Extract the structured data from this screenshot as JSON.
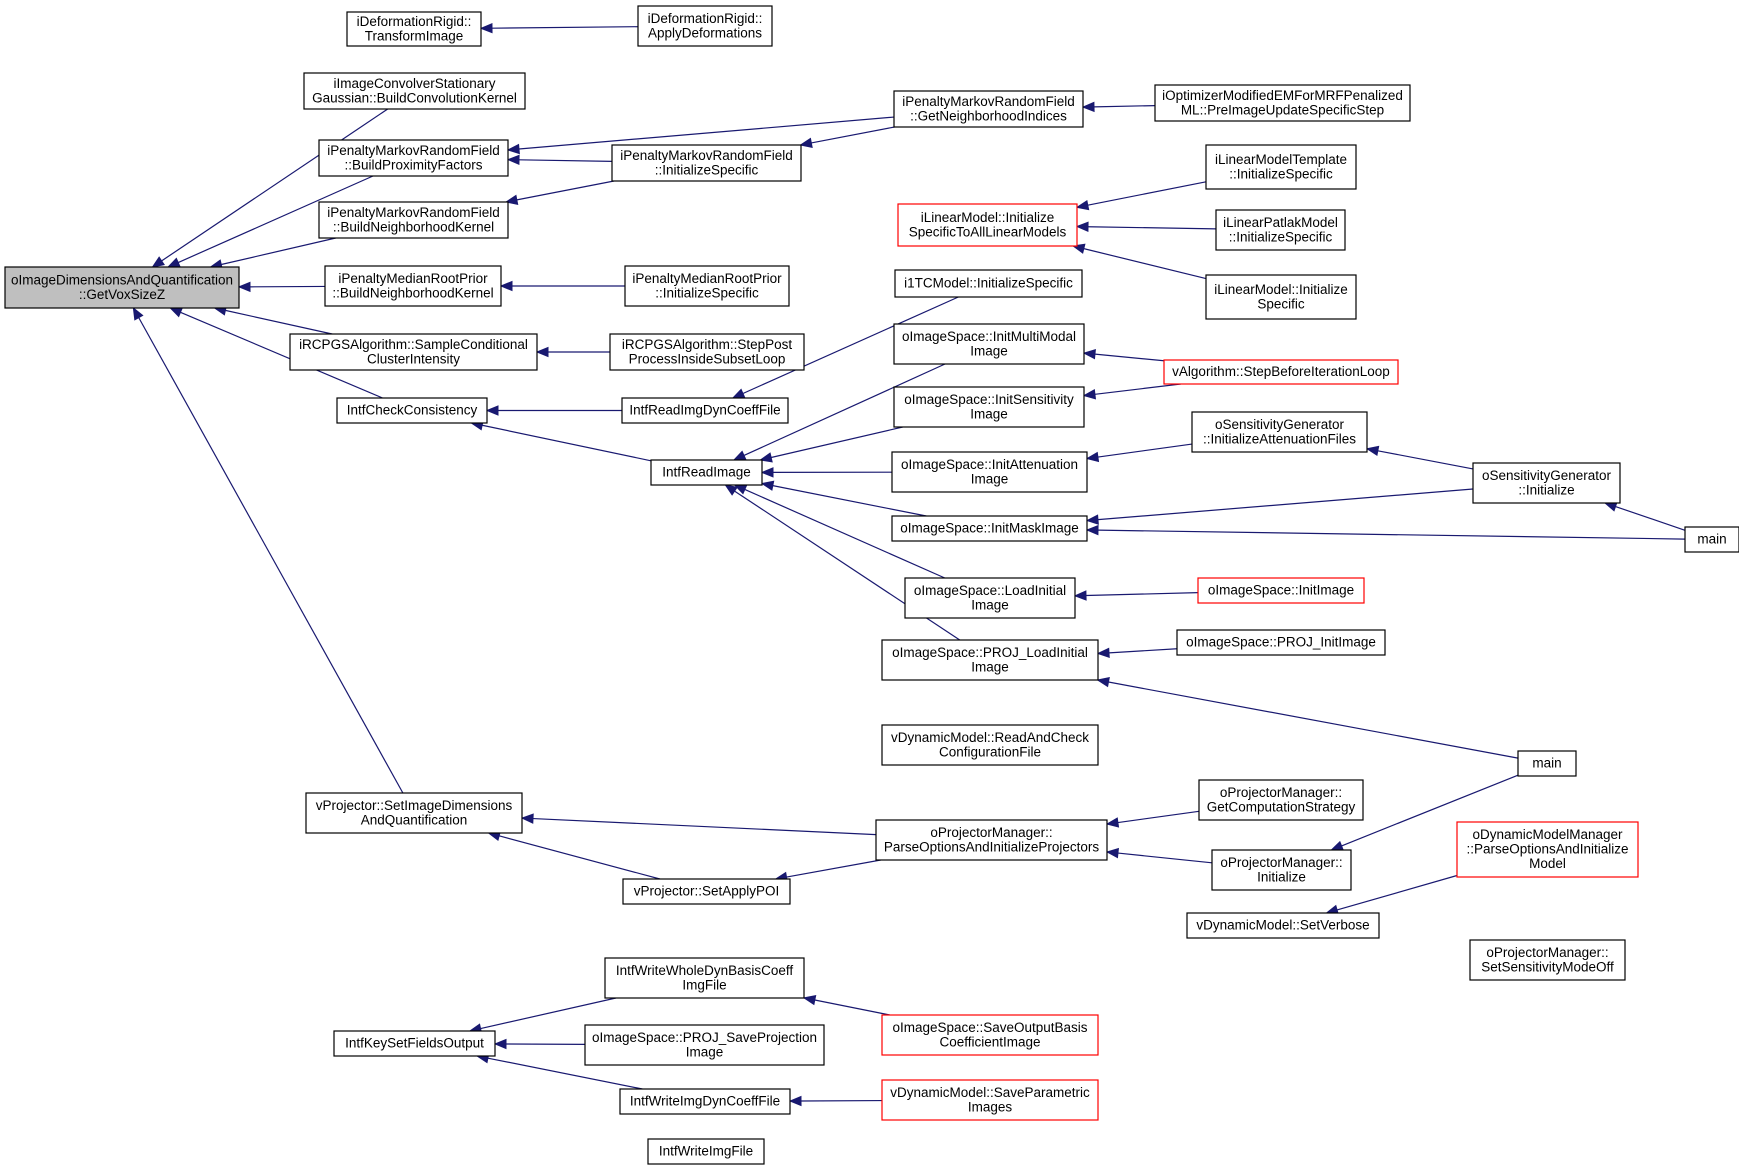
{
  "colors": {
    "edge": "#191970",
    "node_border": "#000000",
    "node_border_truncated": "#ff0000",
    "root_fill": "#bfbfbf",
    "node_fill": "#ffffff"
  },
  "nodes": [
    {
      "id": "root",
      "lines": [
        "oImageDimensionsAndQuantification",
        "::GetVoxSizeZ"
      ]
    },
    {
      "id": "defTransform",
      "lines": [
        "iDeformationRigid::",
        "TransformImage"
      ]
    },
    {
      "id": "defApply",
      "lines": [
        "iDeformationRigid::",
        "ApplyDeformations"
      ]
    },
    {
      "id": "convKernel",
      "lines": [
        "iImageConvolverStationary",
        "Gaussian::BuildConvolutionKernel"
      ]
    },
    {
      "id": "mrfProx",
      "lines": [
        "iPenaltyMarkovRandomField",
        "::BuildProximityFactors"
      ]
    },
    {
      "id": "mrfNeighK",
      "lines": [
        "iPenaltyMarkovRandomField",
        "::BuildNeighborhoodKernel"
      ]
    },
    {
      "id": "mrfInit",
      "lines": [
        "iPenaltyMarkovRandomField",
        "::InitializeSpecific"
      ]
    },
    {
      "id": "mrfGetNeigh",
      "lines": [
        "iPenaltyMarkovRandomField",
        "::GetNeighborhoodIndices"
      ]
    },
    {
      "id": "optMod",
      "lines": [
        "iOptimizerModifiedEMForMRFPenalized",
        "ML::PreImageUpdateSpecificStep"
      ]
    },
    {
      "id": "medNeighK",
      "lines": [
        "iPenaltyMedianRootPrior",
        "::BuildNeighborhoodKernel"
      ]
    },
    {
      "id": "medInit",
      "lines": [
        "iPenaltyMedianRootPrior",
        "::InitializeSpecific"
      ]
    },
    {
      "id": "rcpgsSample",
      "lines": [
        "iRCPGSAlgorithm::SampleConditional",
        "ClusterIntensity"
      ]
    },
    {
      "id": "rcpgsStep",
      "lines": [
        "iRCPGSAlgorithm::StepPost",
        "ProcessInsideSubsetLoop"
      ]
    },
    {
      "id": "intfCheck",
      "lines": [
        "IntfCheckConsistency"
      ]
    },
    {
      "id": "intfReadDyn",
      "lines": [
        "IntfReadImgDynCoeffFile"
      ]
    },
    {
      "id": "intfRead",
      "lines": [
        "IntfReadImage"
      ]
    },
    {
      "id": "linAll",
      "lines": [
        "iLinearModel::Initialize",
        "SpecificToAllLinearModels"
      ],
      "truncated": true
    },
    {
      "id": "i1tc",
      "lines": [
        "i1TCModel::InitializeSpecific"
      ]
    },
    {
      "id": "linTempl",
      "lines": [
        "iLinearModelTemplate",
        "::InitializeSpecific"
      ]
    },
    {
      "id": "linPatlak",
      "lines": [
        "iLinearPatlakModel",
        "::InitializeSpecific"
      ]
    },
    {
      "id": "linInit",
      "lines": [
        "iLinearModel::Initialize",
        "Specific"
      ]
    },
    {
      "id": "initMulti",
      "lines": [
        "oImageSpace::InitMultiModal",
        "Image"
      ]
    },
    {
      "id": "initSens",
      "lines": [
        "oImageSpace::InitSensitivity",
        "Image"
      ]
    },
    {
      "id": "initAtt",
      "lines": [
        "oImageSpace::InitAttenuation",
        "Image"
      ]
    },
    {
      "id": "initMask",
      "lines": [
        "oImageSpace::InitMaskImage"
      ]
    },
    {
      "id": "loadInit",
      "lines": [
        "oImageSpace::LoadInitial",
        "Image"
      ]
    },
    {
      "id": "projLoad",
      "lines": [
        "oImageSpace::PROJ_LoadInitial",
        "Image"
      ]
    },
    {
      "id": "vAlgo",
      "lines": [
        "vAlgorithm::StepBeforeIterationLoop"
      ],
      "truncated": true
    },
    {
      "id": "sensAtt",
      "lines": [
        "oSensitivityGenerator",
        "::InitializeAttenuationFiles"
      ]
    },
    {
      "id": "sensInit",
      "lines": [
        "oSensitivityGenerator",
        "::Initialize"
      ]
    },
    {
      "id": "main1",
      "lines": [
        "main"
      ]
    },
    {
      "id": "initImage",
      "lines": [
        "oImageSpace::InitImage"
      ],
      "truncated": true
    },
    {
      "id": "projInitImg",
      "lines": [
        "oImageSpace::PROJ_InitImage"
      ]
    },
    {
      "id": "dynRead",
      "lines": [
        "vDynamicModel::ReadAndCheck",
        "ConfigurationFile"
      ]
    },
    {
      "id": "main2",
      "lines": [
        "main"
      ]
    },
    {
      "id": "vProjSet",
      "lines": [
        "vProjector::SetImageDimensions",
        "AndQuantification"
      ]
    },
    {
      "id": "pmParse",
      "lines": [
        "oProjectorManager::",
        "ParseOptionsAndInitializeProjectors"
      ]
    },
    {
      "id": "pmGetComp",
      "lines": [
        "oProjectorManager::",
        "GetComputationStrategy"
      ]
    },
    {
      "id": "pmInit",
      "lines": [
        "oProjectorManager::",
        "Initialize"
      ]
    },
    {
      "id": "dmmParse",
      "lines": [
        "oDynamicModelManager",
        "::ParseOptionsAndInitialize",
        "Model"
      ],
      "truncated": true
    },
    {
      "id": "vProjPOI",
      "lines": [
        "vProjector::SetApplyPOI"
      ]
    },
    {
      "id": "dynVerbose",
      "lines": [
        "vDynamicModel::SetVerbose"
      ]
    },
    {
      "id": "pmSensOff",
      "lines": [
        "oProjectorManager::",
        "SetSensitivityModeOff"
      ]
    },
    {
      "id": "intfWriteWhole",
      "lines": [
        "IntfWriteWholeDynBasisCoeff",
        "ImgFile"
      ]
    },
    {
      "id": "saveBasis",
      "lines": [
        "oImageSpace::SaveOutputBasis",
        "CoefficientImage"
      ],
      "truncated": true
    },
    {
      "id": "intfKeySet",
      "lines": [
        "IntfKeySetFieldsOutput"
      ]
    },
    {
      "id": "projSave",
      "lines": [
        "oImageSpace::PROJ_SaveProjection",
        "Image"
      ]
    },
    {
      "id": "intfWriteDyn",
      "lines": [
        "IntfWriteImgDynCoeffFile"
      ]
    },
    {
      "id": "saveParam",
      "lines": [
        "vDynamicModel::SaveParametric",
        "Images"
      ],
      "truncated": true
    },
    {
      "id": "intfWriteImg",
      "lines": [
        "IntfWriteImgFile"
      ]
    }
  ]
}
